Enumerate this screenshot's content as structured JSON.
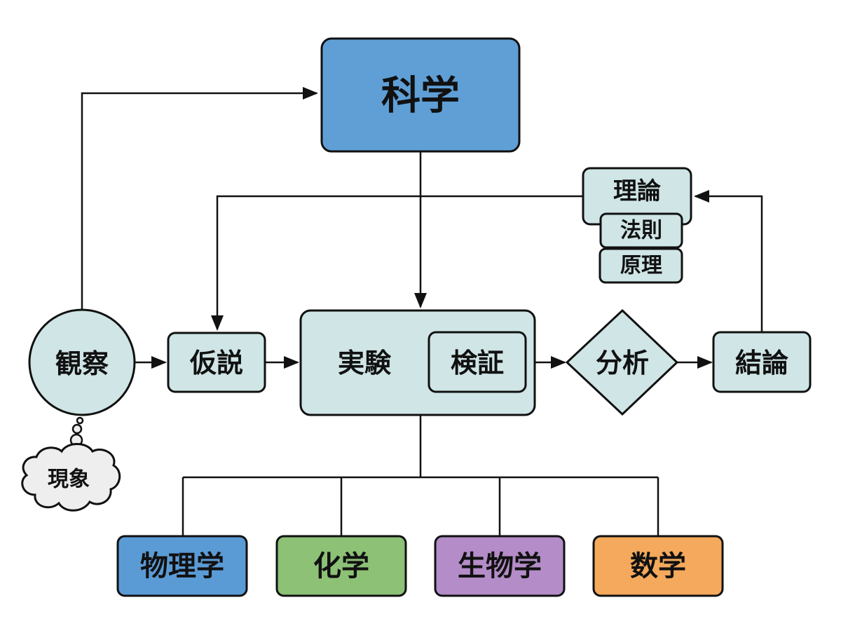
{
  "colors": {
    "science": "#5f9fd6",
    "node_fill": "#cfe5e6",
    "physics": "#5b9bd5",
    "chemistry": "#8cc176",
    "biology": "#b48cc8",
    "math": "#f4a95c",
    "cloud": "#eeeeee",
    "stroke": "#111111"
  },
  "nodes": {
    "science": "科学",
    "observation": "観察",
    "phenomenon": "現象",
    "hypothesis": "仮説",
    "experiment": "実験",
    "verification": "検証",
    "analysis": "分析",
    "conclusion": "結論",
    "theory": "理論",
    "law": "法則",
    "principle": "原理",
    "physics": "物理学",
    "chemistry": "化学",
    "biology": "生物学",
    "math": "数学"
  }
}
